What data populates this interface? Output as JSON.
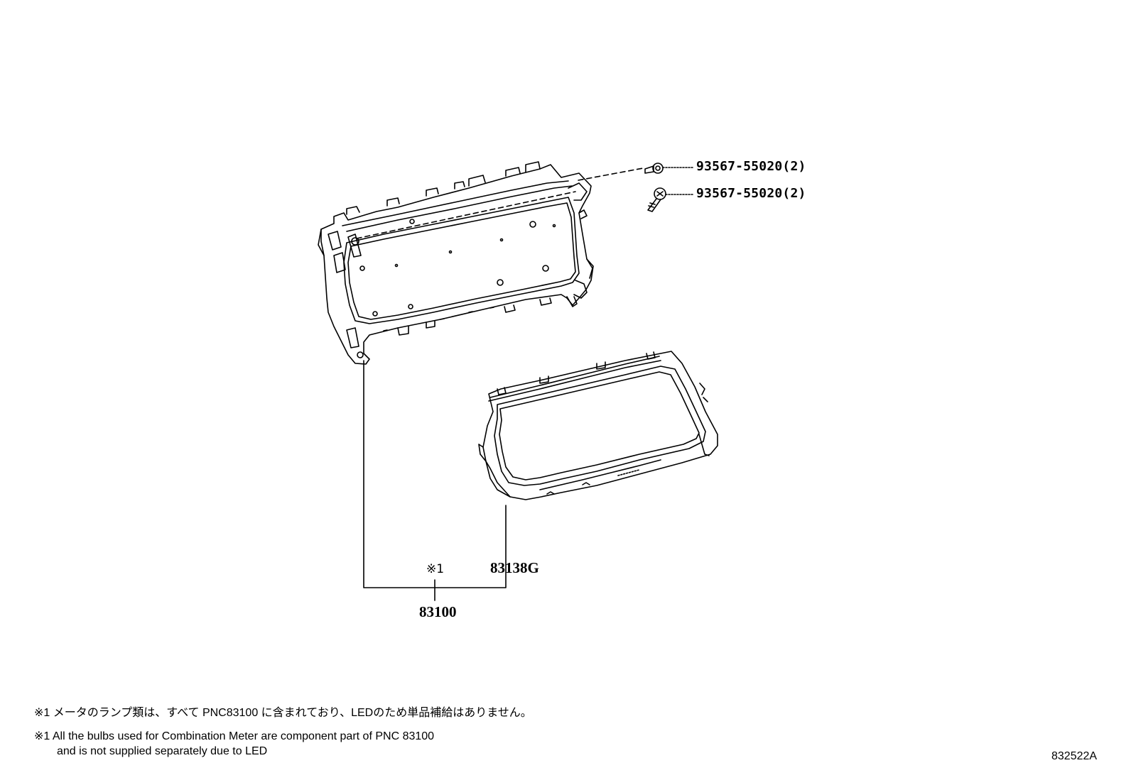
{
  "diagram": {
    "callouts": {
      "bolt_upper": "93567-55020(2)",
      "bolt_lower": "93567-55020(2)",
      "ref_mark": "※1",
      "glass": "83138G",
      "assembly": "83100"
    },
    "notes": {
      "jp": "※1 メータのランプ類は、すべて PNC83100 に含まれており、LEDのため単品補給はありません。",
      "en_line1": "※1 All the bulbs used for Combination Meter are component part of PNC 83100",
      "en_line2": "and is not supplied separately due to LED"
    },
    "illustration_number": "832522A"
  }
}
